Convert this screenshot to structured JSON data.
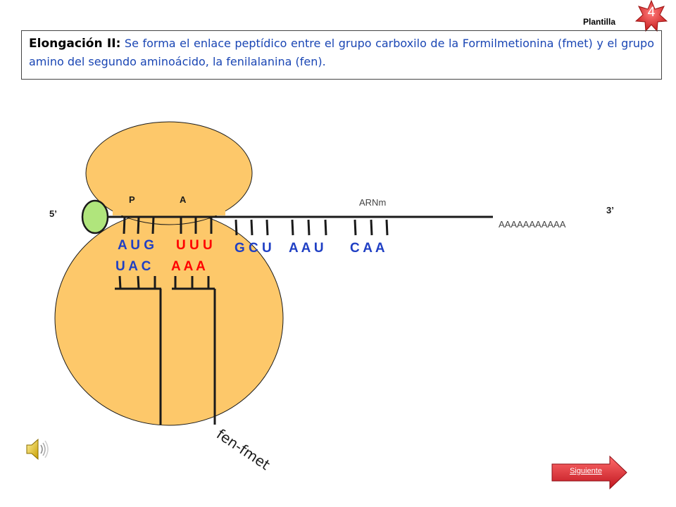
{
  "header": {
    "plantilla": "Plantilla",
    "slide_number": "4"
  },
  "title": {
    "bold": "Elongación II:",
    "body": " Se forma el enlace peptídico entre el grupo carboxilo de la  Formilmetionina (fmet) y el grupo amino del segundo aminoácido, la fenilalanina (fen)."
  },
  "diagram": {
    "site_p": "P",
    "site_a": "A",
    "mrna_label": "ARNm",
    "end_5": "5’",
    "end_3": "3’",
    "poly_a": "AAAAAAAAAAA",
    "codons": [
      {
        "text": "A U G",
        "color": "#1f3fc4"
      },
      {
        "text": "U U U",
        "color": "#ff0000"
      },
      {
        "text": "G C U",
        "color": "#1f3fc4"
      },
      {
        "text": "A A U",
        "color": "#1f3fc4"
      },
      {
        "text": "C A A",
        "color": "#1f3fc4"
      }
    ],
    "anticodons": [
      {
        "text": "U A C",
        "color": "#1f3fc4"
      },
      {
        "text": "A A A",
        "color": "#ff0000"
      }
    ],
    "dipeptide": "fen-fmet"
  },
  "nav": {
    "next_label": "Siguiente"
  },
  "colors": {
    "ribosome": "#fdc86a",
    "cap": "#b0e57c",
    "blue": "#1f3fc4",
    "red": "#ff0000",
    "star": "#e84040"
  },
  "icons": {
    "speaker": "speaker-icon",
    "star": "star-icon",
    "next": "arrow-right-icon"
  }
}
